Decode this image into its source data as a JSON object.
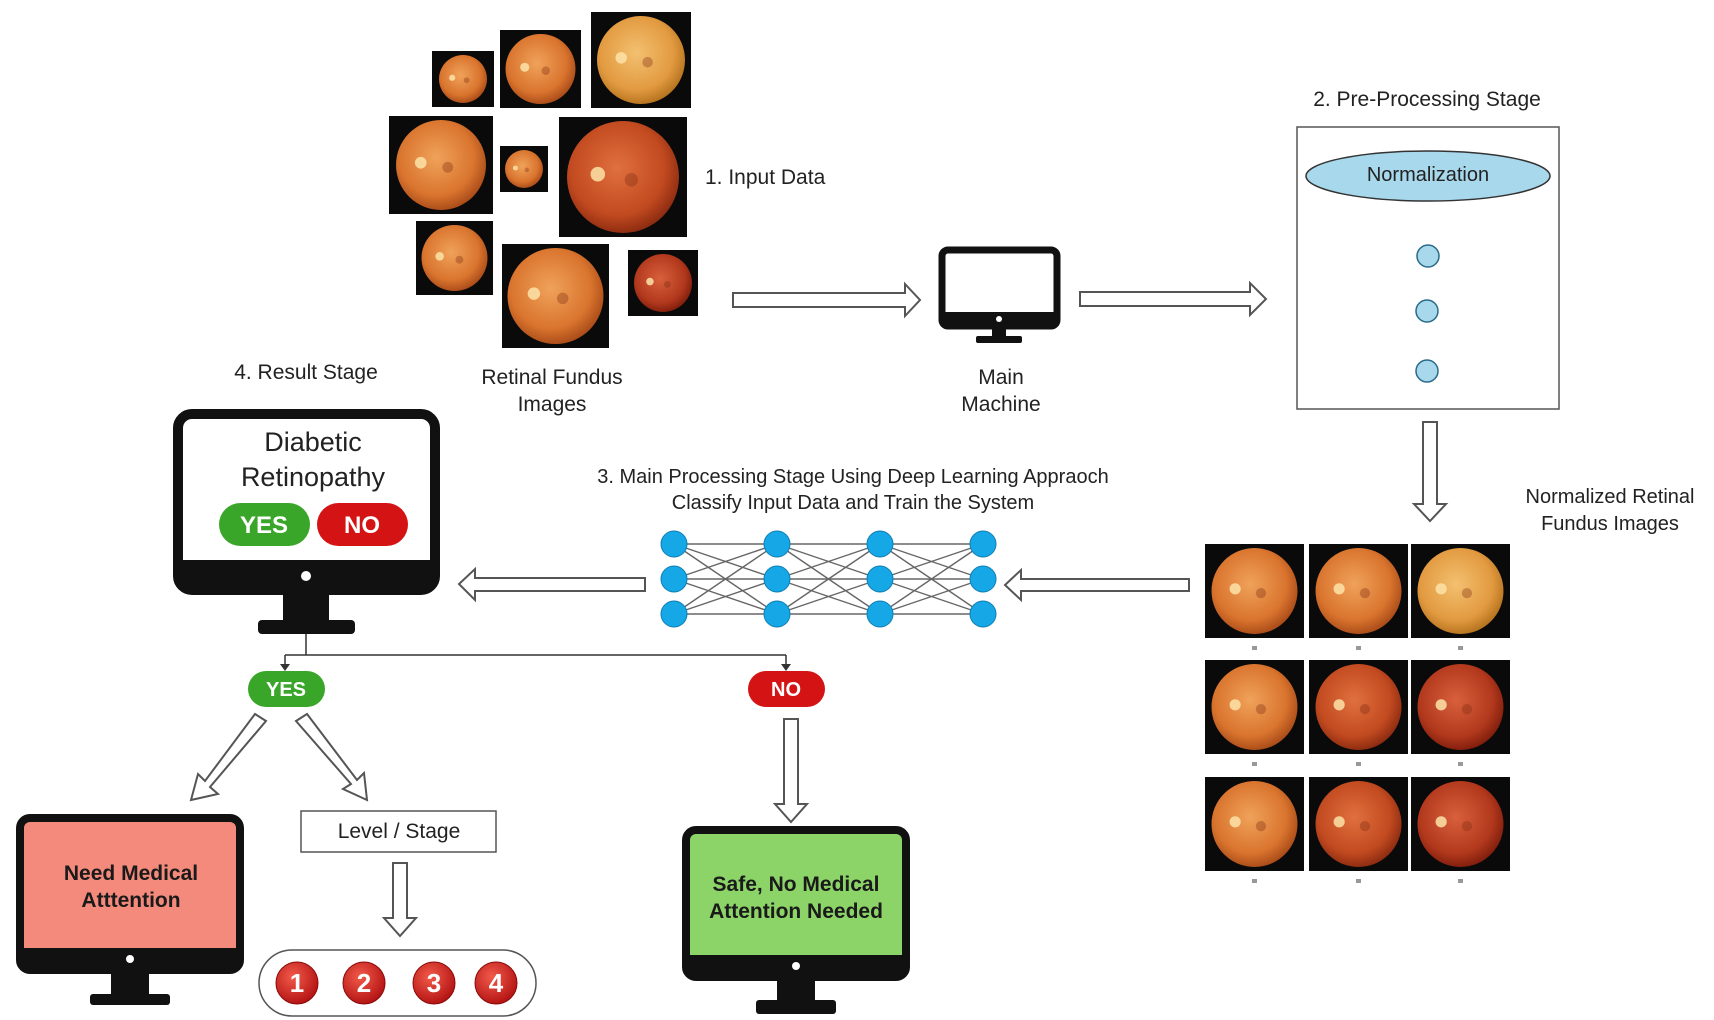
{
  "input": {
    "step_label": "1. Input Data",
    "caption_line1": "Retinal Fundus",
    "caption_line2": "Images"
  },
  "machine": {
    "caption_line1": "Main",
    "caption_line2": "Machine"
  },
  "preprocessing": {
    "step_label": "2. Pre-Processing Stage",
    "normalization_label": "Normalization"
  },
  "normalized": {
    "caption_line1": "Normalized Retinal",
    "caption_line2": "Fundus Images"
  },
  "processing": {
    "title_line1": "3. Main Processing Stage Using Deep Learning Appraoch",
    "title_line2": "Classify Input Data and Train the System"
  },
  "result": {
    "step_label": "4. Result Stage",
    "screen_line1": "Diabetic",
    "screen_line2": "Retinopathy",
    "yes_label": "YES",
    "no_label": "NO"
  },
  "outcomes": {
    "yes_label": "YES",
    "no_label": "NO",
    "need_line1": "Need Medical",
    "need_line2": "Atttention",
    "level_label": "Level / Stage",
    "levels": [
      "1",
      "2",
      "3",
      "4"
    ],
    "safe_line1": "Safe, No Medical",
    "safe_line2": "Attention Needed"
  },
  "colors": {
    "yes_green": "#3aa629",
    "no_red": "#d41414",
    "need_attention_fill": "#f48a7c",
    "safe_fill": "#8cd468",
    "node_blue": "#16a7e6",
    "ellipse_blue": "#a8d8ec"
  }
}
